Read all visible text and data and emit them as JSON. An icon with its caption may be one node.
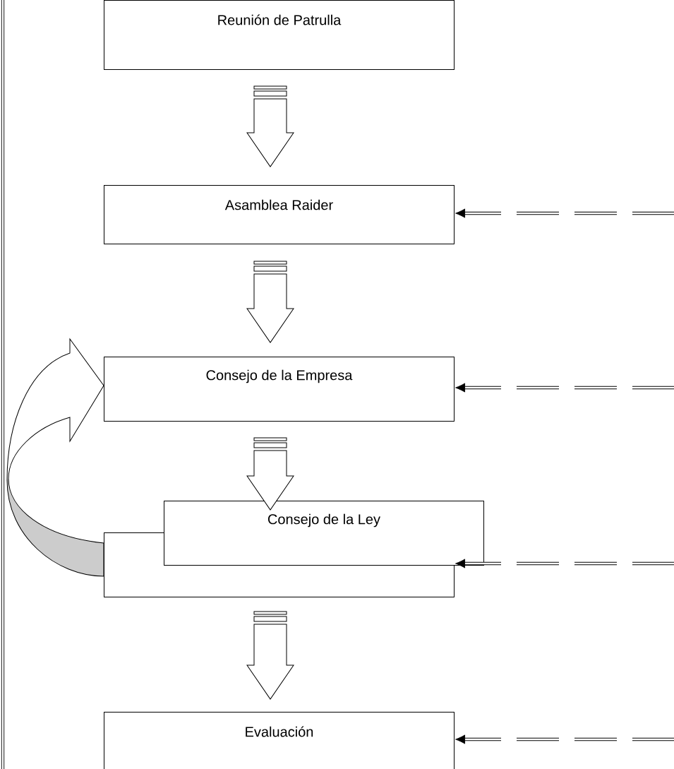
{
  "diagram": {
    "nodes": [
      {
        "text": [
          "Reunión de Patrulla"
        ]
      },
      {
        "text": [
          "Asamblea Raider"
        ]
      },
      {
        "text": [
          "Consejo de la Empresa"
        ]
      },
      {
        "text": [],
        "shape": "box"
      },
      {
        "text": [
          "Consejo de la Ley"
        ]
      },
      {
        "text": [
          "Evaluación"
        ]
      }
    ],
    "edges": [
      {
        "from": 0,
        "to": 1,
        "arrow": "to"
      },
      {
        "from": 1,
        "to": 2,
        "arrow": "to"
      },
      {
        "from": 2,
        "to": 4,
        "arrow": "to"
      },
      {
        "from": 3,
        "to": 5,
        "arrow": "to"
      },
      {
        "from": 3,
        "to": 2,
        "arrow": "to"
      },
      {
        "from": null,
        "to": 1,
        "arrow": "to",
        "style": "dashed"
      },
      {
        "from": null,
        "to": 2,
        "arrow": "to",
        "style": "dashed"
      },
      {
        "from": null,
        "to": 3,
        "arrow": "to",
        "style": "dashed"
      },
      {
        "from": null,
        "to": 5,
        "arrow": "to",
        "style": "dashed"
      }
    ]
  }
}
